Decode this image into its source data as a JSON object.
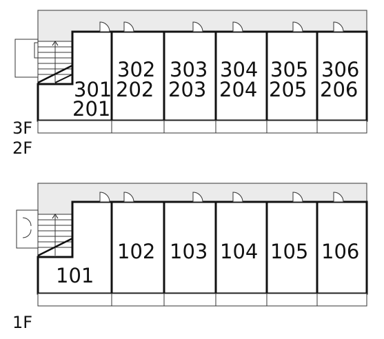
{
  "floors": [
    {
      "floor_label": "3F\n2F",
      "floor_label_lines": [
        "3F",
        "2F"
      ],
      "units": [
        {
          "lines": [
            "301",
            "201"
          ]
        },
        {
          "lines": [
            "302",
            "202"
          ]
        },
        {
          "lines": [
            "303",
            "203"
          ]
        },
        {
          "lines": [
            "304",
            "204"
          ]
        },
        {
          "lines": [
            "305",
            "205"
          ]
        },
        {
          "lines": [
            "306",
            "206"
          ]
        }
      ]
    },
    {
      "floor_label": "1F",
      "floor_label_lines": [
        "1F"
      ],
      "units": [
        {
          "lines": [
            "101"
          ]
        },
        {
          "lines": [
            "102"
          ]
        },
        {
          "lines": [
            "103"
          ]
        },
        {
          "lines": [
            "104"
          ]
        },
        {
          "lines": [
            "105"
          ]
        },
        {
          "lines": [
            "106"
          ]
        }
      ]
    }
  ]
}
